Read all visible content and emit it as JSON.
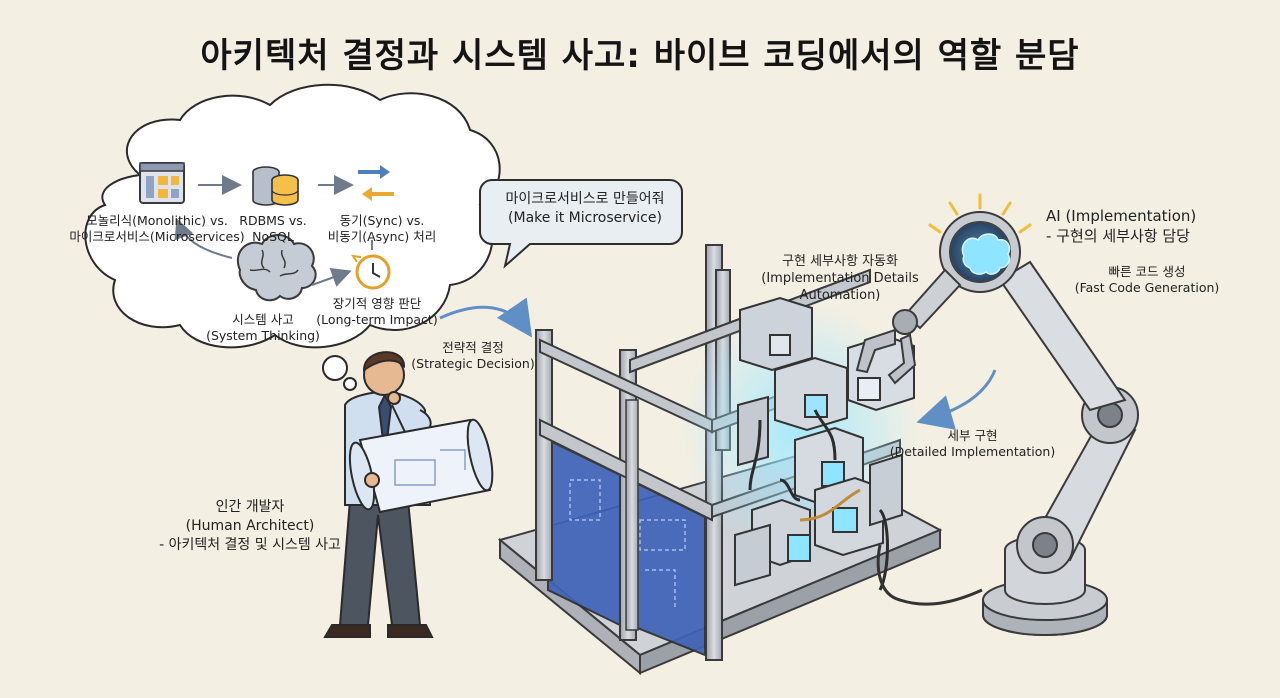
{
  "title": "아키텍처 결정과 시스템 사고: 바이브 코딩에서의 역할 분담",
  "thought_cloud": {
    "monolith": {
      "line1": "모놀리식(Monolithic) vs.",
      "line2": "마이크로서비스(Microservices)"
    },
    "rdbms": {
      "line1": "RDBMS vs.",
      "line2": "NoSQL"
    },
    "sync": {
      "line1": "동기(Sync) vs.",
      "line2": "비동기(Async) 처리"
    },
    "system_thinking": {
      "line1": "시스템 사고",
      "line2": "(System Thinking)"
    },
    "long_term": {
      "line1": "장기적 영향 판단",
      "line2": "(Long-term Impact)"
    }
  },
  "speech_bubble": {
    "line1": "마이크로서비스로 만들어줘",
    "line2": "(Make it Microservice)"
  },
  "strategic": {
    "line1": "전략적 결정",
    "line2": "(Strategic Decision)"
  },
  "human": {
    "line1": "인간 개발자",
    "line2": "(Human Architect)",
    "line3": "- 아키텍처 결정 및 시스템 사고"
  },
  "automation": {
    "line1": "구현 세부사항 자동화",
    "line2": "(Implementation Details",
    "line3": "Automation)"
  },
  "ai": {
    "line1": "AI (Implementation)",
    "line2": "- 구현의 세부사항 담당"
  },
  "fast": {
    "line1": "빠른 코드 생성",
    "line2": "(Fast Code Generation)"
  },
  "detailed": {
    "line1": "세부 구현",
    "line2": "(Detailed Implementation)"
  },
  "colors": {
    "background": "#f4efe3",
    "steel": "#c9ccd1",
    "glow": "#8fe4ff",
    "blueprint": "#3e63b8"
  }
}
